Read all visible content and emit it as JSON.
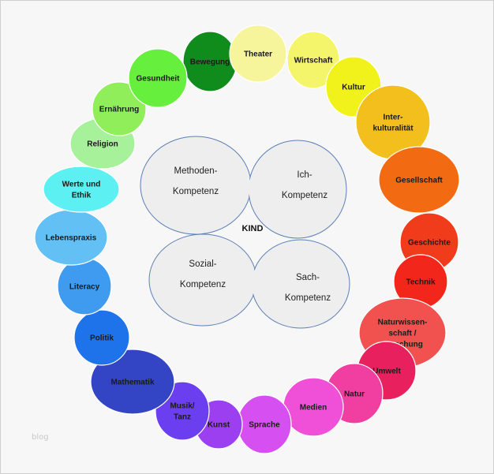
{
  "center_label": "KIND",
  "competences": [
    {
      "id": "methoden",
      "lines": [
        "Methoden-",
        "Kompetenz"
      ],
      "fill": "#eeeeee"
    },
    {
      "id": "ich",
      "lines": [
        "Ich-",
        "Kompetenz"
      ],
      "fill": "#eeeeee"
    },
    {
      "id": "sozial",
      "lines": [
        "Sozial-",
        "Kompetenz"
      ],
      "fill": "#eeeeee"
    },
    {
      "id": "sach",
      "lines": [
        "Sach-",
        "Kompetenz"
      ],
      "fill": "#eeeeee"
    }
  ],
  "bubbles": [
    {
      "id": "bewegung",
      "lines": [
        "Bewegung"
      ],
      "color": "#0f8c1c",
      "text": "dark"
    },
    {
      "id": "theater",
      "lines": [
        "Theater"
      ],
      "color": "#f6f59c",
      "text": "dark"
    },
    {
      "id": "wirtschaft",
      "lines": [
        "Wirtschaft"
      ],
      "color": "#f5f56b",
      "text": "dark"
    },
    {
      "id": "kultur",
      "lines": [
        "Kultur"
      ],
      "color": "#f1f11c",
      "text": "dark"
    },
    {
      "id": "interkulturalitaet",
      "lines": [
        "Inter-",
        "kulturalität"
      ],
      "color": "#f2bf1c",
      "text": "dark"
    },
    {
      "id": "gesellschaft",
      "lines": [
        "Gesellschaft"
      ],
      "color": "#f26a12",
      "text": "dark"
    },
    {
      "id": "geschichte",
      "lines": [
        "Geschichte"
      ],
      "color": "#f13c1c",
      "text": "dark"
    },
    {
      "id": "technik",
      "lines": [
        "Technik"
      ],
      "color": "#f3261c",
      "text": "dark"
    },
    {
      "id": "naturwissenschaft",
      "lines": [
        "Naturwissen-",
        "schaft /",
        "Forschung"
      ],
      "color": "#f2524f",
      "text": "dark"
    },
    {
      "id": "umwelt",
      "lines": [
        "Umwelt"
      ],
      "color": "#e8205e",
      "text": "dark"
    },
    {
      "id": "natur",
      "lines": [
        "Natur"
      ],
      "color": "#f13ea1",
      "text": "dark"
    },
    {
      "id": "medien",
      "lines": [
        "Medien"
      ],
      "color": "#f04fd7",
      "text": "dark"
    },
    {
      "id": "sprache",
      "lines": [
        "Sprache"
      ],
      "color": "#d64ff0",
      "text": "dark"
    },
    {
      "id": "kunst",
      "lines": [
        "Kunst"
      ],
      "color": "#9b3ff0",
      "text": "dark"
    },
    {
      "id": "musik_tanz",
      "lines": [
        "Musik/",
        "Tanz"
      ],
      "color": "#6b3ff0",
      "text": "dark"
    },
    {
      "id": "mathematik",
      "lines": [
        "Mathematik"
      ],
      "color": "#3344c4",
      "text": "dark"
    },
    {
      "id": "politik",
      "lines": [
        "Politik"
      ],
      "color": "#1f73ea",
      "text": "dark"
    },
    {
      "id": "literacy",
      "lines": [
        "Literacy"
      ],
      "color": "#3f9bef",
      "text": "dark"
    },
    {
      "id": "lebenspraxis",
      "lines": [
        "Lebenspraxis"
      ],
      "color": "#62c0f5",
      "text": "dark"
    },
    {
      "id": "werte_ethik",
      "lines": [
        "Werte und",
        "Ethik"
      ],
      "color": "#5cf0f2",
      "text": "dark"
    },
    {
      "id": "religion",
      "lines": [
        "Religion"
      ],
      "color": "#a6f19a",
      "text": "dark"
    },
    {
      "id": "ernaehrung",
      "lines": [
        "Ernährung"
      ],
      "color": "#8fee5a",
      "text": "dark"
    },
    {
      "id": "gesundheit",
      "lines": [
        "Gesundheit"
      ],
      "color": "#66f03d",
      "text": "dark"
    }
  ],
  "outline_color": "#5b7fb5",
  "watermark": "blog"
}
